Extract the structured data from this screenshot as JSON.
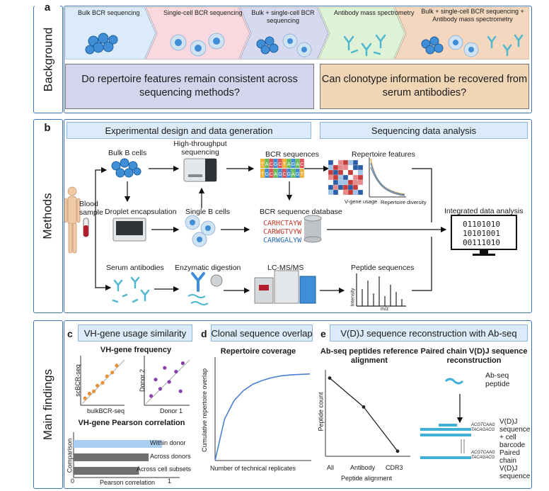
{
  "rows": {
    "background": {
      "letter": "a",
      "label": "Background"
    },
    "methods": {
      "letter": "b",
      "label": "Methods"
    },
    "findings": {
      "label": "Main findings"
    }
  },
  "chevrons": [
    "Bulk BCR sequencing",
    "Single-cell BCR sequencing",
    "Bulk + single-cell BCR sequencing",
    "Antibody mass spectrometry",
    "Bulk + single-cell BCR sequencing + Antibody mass spectrometry"
  ],
  "questions": {
    "q1": "Do repertoire features remain consistent across sequencing methods?",
    "q2": "Can clonotype information be recovered from serum antibodies?"
  },
  "methods": {
    "header_left": "Experimental design and data generation",
    "header_right": "Sequencing data analysis",
    "blood_sample": "Blood sample",
    "bulk_b_cells": "Bulk B cells",
    "htp_sequencing": "High-throughput sequencing",
    "bcr_sequences": "BCR sequences",
    "bcr_letters": "TACGCTAGACTGCAGCGAGT",
    "repertoire_features": "Repertoire features",
    "vgene_usage": "V-gene usage",
    "repertoire_diversity": "Repertoire diversity",
    "droplet_encapsulation": "Droplet encapsulation",
    "single_b_cells": "Single B cells",
    "bcr_database": "BCR sequence database",
    "db_seqs": [
      "CARHCTAYW",
      "CARWGTVYW",
      "CARWGALYW"
    ],
    "db_colors": [
      "#c0392b",
      "#c0392b",
      "#2b6cb0"
    ],
    "integrated": "Integrated data analysis",
    "binary": [
      "01101010",
      "10101001",
      "00111010"
    ],
    "serum_antibodies": "Serum antibodies",
    "enzymatic_digestion": "Enzymatic digestion",
    "lcms": "LC-MS/MS",
    "peptide_sequences": "Peptide sequences",
    "intensity": "Intensity",
    "mz": "m/z"
  },
  "panel_c": {
    "letter": "c",
    "header": "VH-gene usage similarity",
    "freq_title": "VH-gene frequency",
    "sc_ylabel": "scBCR-seq",
    "sc_xlabel": "bulkBCR-seq",
    "donor_ylabel": "Donor 2",
    "donor_xlabel": "Donor 1",
    "corr_title": "VH-gene Pearson correlation",
    "corr_ylabel": "Comparison",
    "corr_xlabel": "Pearson correlation",
    "tick0": "0",
    "tick1": "1"
  },
  "panel_d": {
    "letter": "d",
    "header": "Clonal sequence overlap",
    "title": "Repertoire coverage",
    "ylabel": "Cumulative repertoire overlap",
    "xlabel": "Number of technical replicates"
  },
  "panel_e": {
    "letter": "e",
    "header": "V(D)J sequence reconstruction with Ab-seq",
    "left_title": "Ab-seq peptides reference alignment",
    "ylabel": "Peptide count",
    "xlabel": "Peptide alignment",
    "right_title": "Paired chain V(D)J sequence reconstruction",
    "abseq_peptide": "Ab-seq peptide",
    "label1": "V(D)J sequence + cell barcode",
    "label2": "Paired chain V(D)J sequence",
    "seq_a": "ACGTCAAG",
    "seq_b": "TACAGACG"
  },
  "chart_data": [
    {
      "type": "scatter",
      "xlabel": "bulkBCR-seq",
      "ylabel": "scBCR-seq",
      "points": [
        [
          0.1,
          0.15
        ],
        [
          0.2,
          0.25
        ],
        [
          0.3,
          0.3
        ],
        [
          0.38,
          0.42
        ],
        [
          0.5,
          0.48
        ],
        [
          0.6,
          0.62
        ],
        [
          0.72,
          0.7
        ],
        [
          0.82,
          0.85
        ]
      ]
    },
    {
      "type": "scatter",
      "xlabel": "Donor 1",
      "ylabel": "Donor 2",
      "points": [
        [
          0.15,
          0.2
        ],
        [
          0.25,
          0.55
        ],
        [
          0.35,
          0.35
        ],
        [
          0.45,
          0.8
        ],
        [
          0.55,
          0.5
        ],
        [
          0.7,
          0.72
        ],
        [
          0.8,
          0.3
        ],
        [
          0.85,
          0.9
        ]
      ]
    },
    {
      "type": "bar",
      "title": "VH-gene Pearson correlation",
      "xlabel": "Pearson correlation",
      "ylabel": "Comparison",
      "categories": [
        "Within donor",
        "Across donors",
        "Across cell subsets"
      ],
      "values": [
        0.92,
        0.78,
        0.68
      ],
      "colors": [
        "#a9cdef",
        "#707070",
        "#707070"
      ],
      "xlim": [
        0,
        1
      ]
    },
    {
      "type": "line",
      "title": "Repertoire coverage",
      "xlabel": "Number of technical replicates",
      "ylabel": "Cumulative repertoire overlap",
      "x": [
        0,
        1,
        2,
        3,
        4,
        5,
        6,
        7,
        8,
        9,
        10
      ],
      "y": [
        0,
        0.45,
        0.65,
        0.76,
        0.83,
        0.87,
        0.9,
        0.92,
        0.93,
        0.935,
        0.94
      ]
    },
    {
      "type": "line",
      "xlabel": "Peptide alignment",
      "ylabel": "Peptide count",
      "categories": [
        "All",
        "Antibody",
        "CDR3"
      ],
      "values": [
        0.92,
        0.58,
        0.06
      ]
    }
  ]
}
